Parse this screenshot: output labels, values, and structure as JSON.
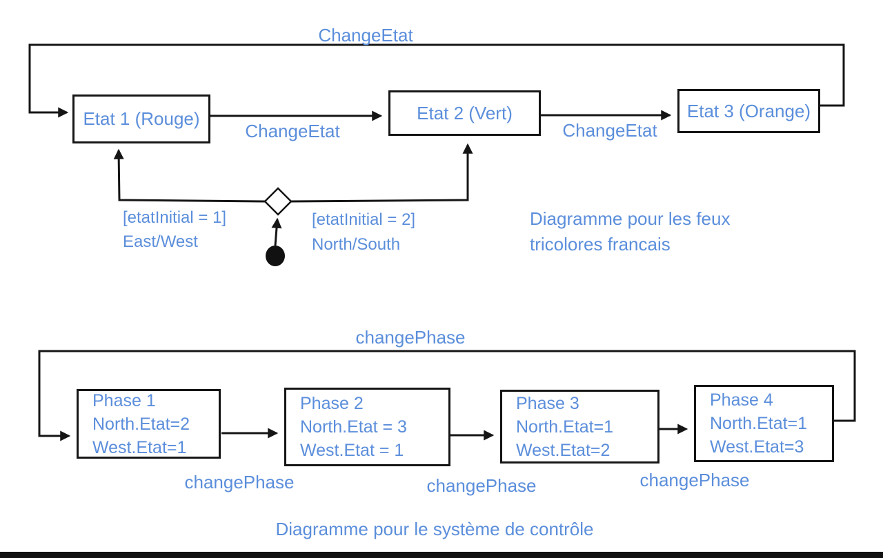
{
  "colors": {
    "label_blue": "#5b8edb",
    "line_black": "#151515"
  },
  "diagram_feux": {
    "caption_line1": "Diagramme pour les feux",
    "caption_line2": "tricolores francais",
    "states": [
      {
        "label": "Etat 1 (Rouge)"
      },
      {
        "label": "Etat 2 (Vert)"
      },
      {
        "label": "Etat 3 (Orange)"
      }
    ],
    "transitions": {
      "top_loop_label": "ChangeEtat",
      "t1_label": "ChangeEtat",
      "t2_label": "ChangeEtat"
    },
    "guards": {
      "left_line1": "[etatInitial = 1]",
      "left_line2": "East/West",
      "right_line1": "[etatInitial = 2]",
      "right_line2": "North/South"
    }
  },
  "diagram_controle": {
    "caption": "Diagramme pour le système de contrôle",
    "top_loop_label": "changePhase",
    "phases": [
      {
        "line1": "Phase 1",
        "line2": "North.Etat=2",
        "line3": "West.Etat=1"
      },
      {
        "line1": "Phase 2",
        "line2": "North.Etat = 3",
        "line3": "West.Etat = 1"
      },
      {
        "line1": "Phase 3",
        "line2": "North.Etat=1",
        "line3": "West.Etat=2"
      },
      {
        "line1": "Phase 4",
        "line2": "North.Etat=1",
        "line3": "West.Etat=3"
      }
    ],
    "transition_labels": [
      "changePhase",
      "changePhase",
      "changePhase"
    ]
  }
}
